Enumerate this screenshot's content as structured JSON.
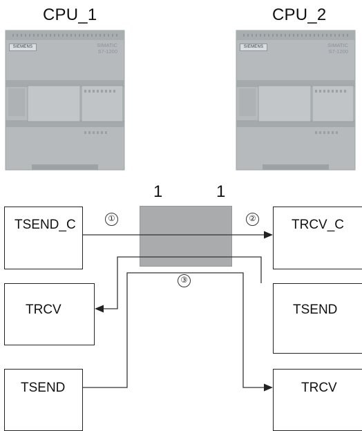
{
  "cpus": [
    {
      "label": "CPU_1",
      "brand": "SIEMENS",
      "model_line1": "SIMATIC",
      "model_line2": "S7-1200"
    },
    {
      "label": "CPU_2",
      "brand": "SIEMENS",
      "model_line1": "SIMATIC",
      "model_line2": "S7-1200"
    }
  ],
  "connection_counts": {
    "left": "1",
    "right": "1"
  },
  "callouts": [
    "①",
    "②",
    "③"
  ],
  "blocks": {
    "left": [
      "TSEND_C",
      "TRCV",
      "TSEND"
    ],
    "right": [
      "TRCV_C",
      "TSEND",
      "TRCV"
    ]
  },
  "colors": {
    "line": "#333333",
    "connection_box": "#a9abad",
    "plc_body": "#b9bdbf"
  }
}
